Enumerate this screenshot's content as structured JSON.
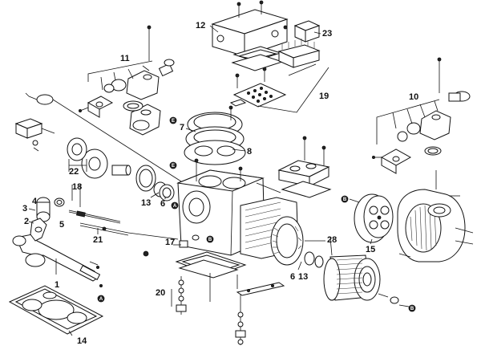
{
  "part_numbers": {
    "p1": "1",
    "p2": "2",
    "p3": "3",
    "p4": "4",
    "p5": "5",
    "p6a": "6",
    "p6b": "6",
    "p7": "7",
    "p8": "8",
    "p10": "10",
    "p11": "11",
    "p12": "12",
    "p13a": "13",
    "p13b": "13",
    "p14": "14",
    "p15": "15",
    "p17": "17",
    "p18": "18",
    "p19": "19",
    "p20": "20",
    "p21": "21",
    "p22": "22",
    "p23": "23",
    "p28": "28"
  },
  "markers": {
    "a": "A",
    "b": "B",
    "e": "E"
  }
}
